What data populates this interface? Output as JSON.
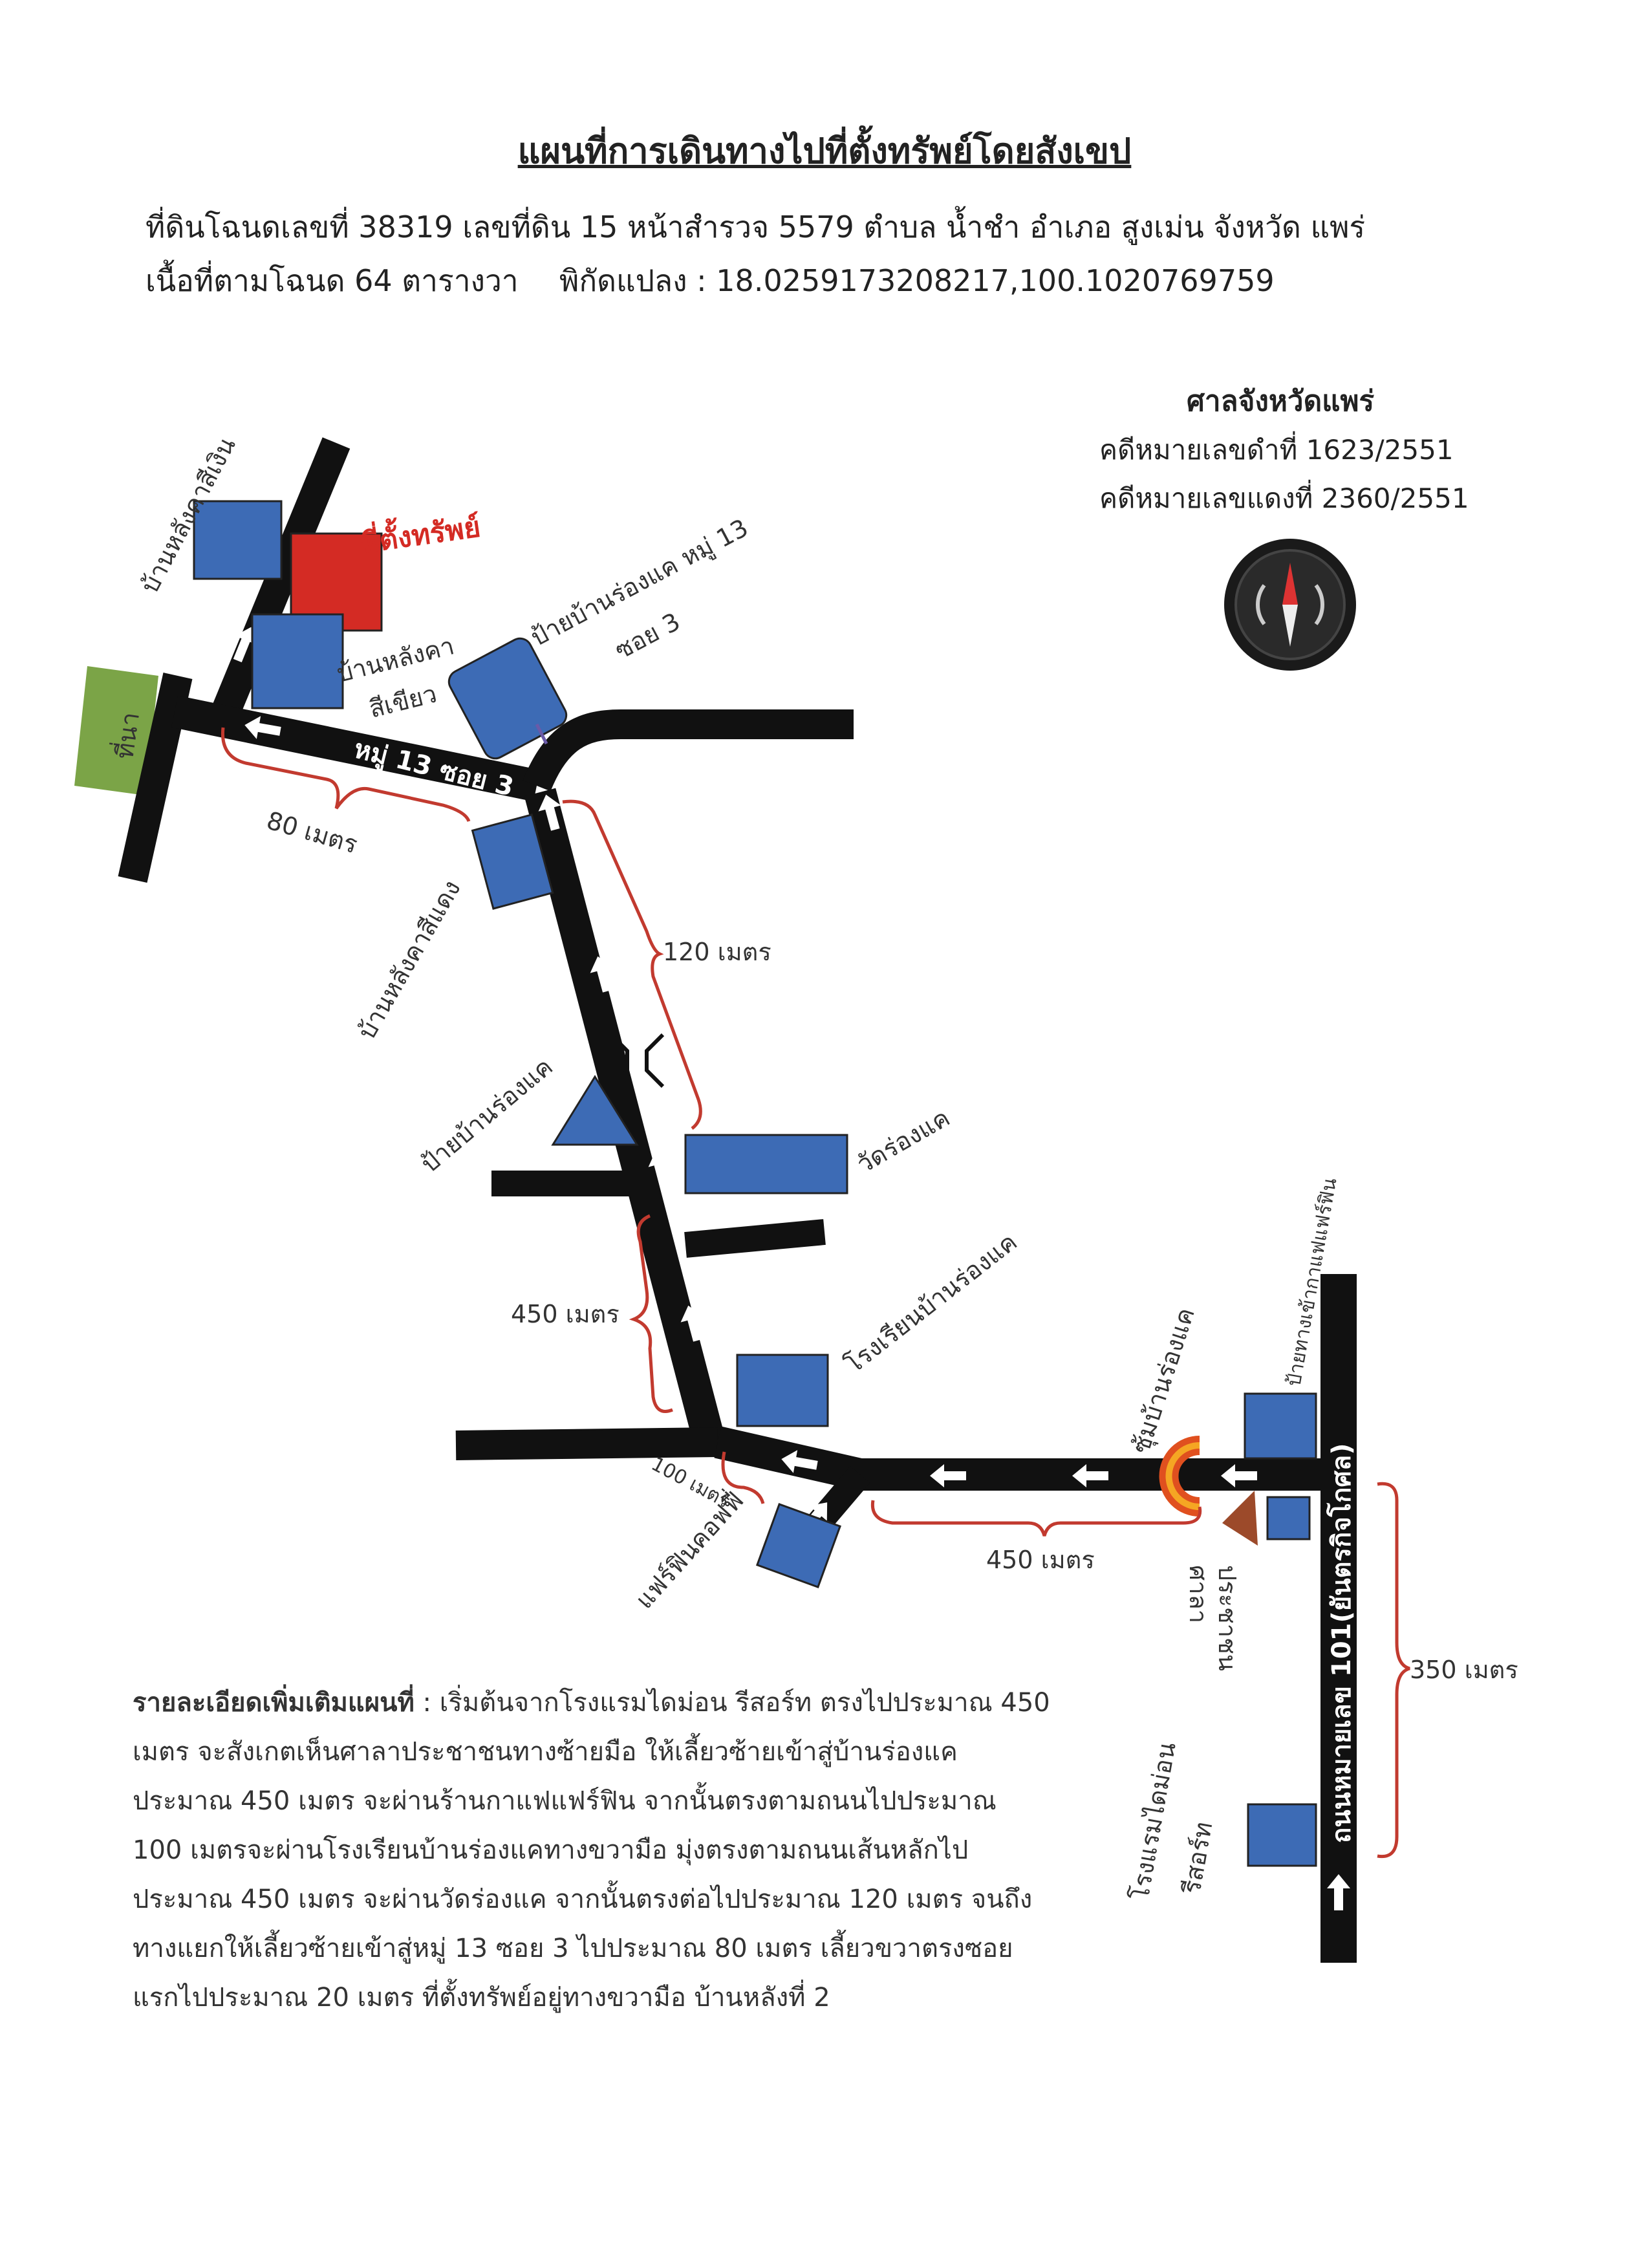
{
  "title": "แผนที่การเดินทางไปที่ตั้งทรัพย์โดยสังเขป",
  "info": {
    "line1": "ที่ดินโฉนดเลขที่ 38319 เลขที่ดิน 15 หน้าสำรวจ 5579 ตำบล น้ำชำ อำเภอ สูงเม่น จังหวัด แพร่",
    "area": "เนื้อที่ตามโฉนด 64 ตารางวา",
    "coords": "พิกัดแปลง :  18.0259173208217,100.1020769759"
  },
  "court": {
    "name": "ศาลจังหวัดแพร่",
    "black_case": "คดีหมายเลขดำที่ 1623/2551",
    "red_case": "คดีหมายเลขแดงที่ 2360/2551"
  },
  "map": {
    "labels": {
      "house_silver_roof": "บ้านหลังคาสีเงิน",
      "property": "ที่ตั้งทรัพย์",
      "house_green_roof_1": "บ้านหลังคา",
      "house_green_roof_2": "สีเขียว",
      "rice_field": "ที่นา",
      "road_soi3": "หมู่ 13 ซอย 3",
      "dist_80": "80 เมตร",
      "sign_moo13_1": "ป้ายบ้านร่องแค หมู่ 13",
      "sign_moo13_2": "ซอย 3",
      "house_red_roof": "บ้านหลังคาสีแดง",
      "dist_120": "120 เมตร",
      "village_sign": "ป้ายบ้านร่องแค",
      "temple": "วัดร่องแค",
      "dist_450_a": "450 เมตร",
      "school": "โรงเรียนบ้านร่องแค",
      "dist_100": "100 เมตร",
      "cafe": "แฟร์ฟินคอฟฟี่",
      "dist_450_b": "450 เมตร",
      "arch": "ซุ้มบ้านร่องแค",
      "cafe_sign": "ป้ายทางเข้ากาแฟแฟร์ฟิน",
      "sala_1": "ศาลา",
      "sala_2": "ประชาชน",
      "highway": "ถนนหมายเลข 101(ยันตรกิจโกศล)",
      "dist_350": "350 เมตร",
      "hotel_1": "โรงแรมไดม่อน",
      "hotel_2": "รีสอร์ท"
    },
    "colors": {
      "road": "#111111",
      "building": "#3d6bb5",
      "property": "#d42b24",
      "field": "#7ba447",
      "bracket": "#c23a2f",
      "arch": "#e0501f",
      "sala": "#9c4a2a"
    },
    "icons": [
      "compass-icon",
      "arrow-icon",
      "triangle-sign-icon",
      "arch-icon"
    ]
  },
  "details": {
    "lead": "รายละเอียดเพิ่มเติมแผนที่",
    "text": " : เริ่มต้นจากโรงแรมไดม่อน รีสอร์ท ตรงไปประมาณ 450 เมตร จะสังเกตเห็นศาลาประชาชนทางซ้ายมือ ให้เลี้ยวซ้ายเข้าสู่บ้านร่องแค ประมาณ 450 เมตร จะผ่านร้านกาแฟแฟร์ฟิน จากนั้นตรงตามถนนไปประมาณ 100 เมตรจะผ่านโรงเรียนบ้านร่องแคทางขวามือ มุ่งตรงตามถนนเส้นหลักไปประมาณ 450 เมตร จะผ่านวัดร่องแค จากนั้นตรงต่อไปประมาณ 120 เมตร จนถึงทางแยกให้เลี้ยวซ้ายเข้าสู่หมู่ 13 ซอย 3 ไปประมาณ 80 เมตร เลี้ยวขวาตรงซอยแรกไปประมาณ 20 เมตร ที่ตั้งทรัพย์อยู่ทางขวามือ บ้านหลังที่ 2"
  }
}
